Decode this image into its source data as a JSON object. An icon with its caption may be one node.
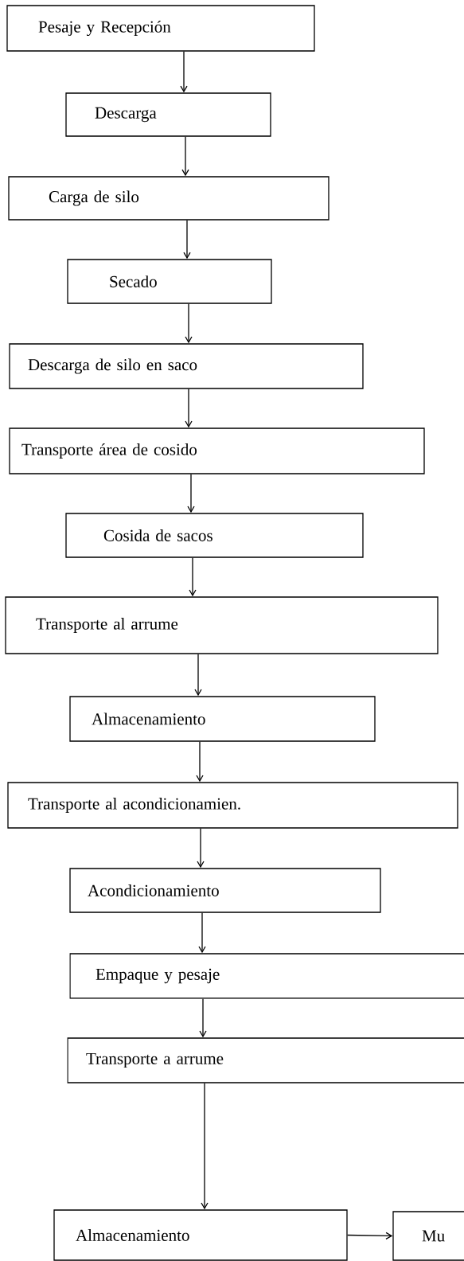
{
  "diagram": {
    "nodes": [
      {
        "text": [
          "Pesaje y Recepción"
        ]
      },
      {
        "text": [
          "Descarga"
        ]
      },
      {
        "text": [
          "Carga de silo"
        ]
      },
      {
        "text": [
          "Secado"
        ]
      },
      {
        "text": [
          "Descarga de silo en saco"
        ]
      },
      {
        "text": [
          "Transporte área de cosido"
        ]
      },
      {
        "text": [
          "Cosida de sacos"
        ]
      },
      {
        "text": [
          "Transporte al arrume"
        ]
      },
      {
        "text": [
          "Almacenamiento"
        ]
      },
      {
        "text": [
          "Transporte al acondicionamien."
        ]
      },
      {
        "text": [
          "Acondicionamiento"
        ]
      },
      {
        "text": [
          "Empaque y pesaje"
        ]
      },
      {
        "text": [
          "Transporte a arrume"
        ]
      },
      {
        "text": [
          "Almacenamiento"
        ]
      },
      {
        "text": [
          "Mu"
        ]
      }
    ],
    "edges": [
      {
        "from": 0,
        "to": 1,
        "arrow": "to"
      },
      {
        "from": 1,
        "to": 2,
        "arrow": "to"
      },
      {
        "from": 2,
        "to": 3,
        "arrow": "to"
      },
      {
        "from": 3,
        "to": 4,
        "arrow": "to"
      },
      {
        "from": 4,
        "to": 5,
        "arrow": "to"
      },
      {
        "from": 5,
        "to": 6,
        "arrow": "to"
      },
      {
        "from": 6,
        "to": 7,
        "arrow": "to"
      },
      {
        "from": 7,
        "to": 8,
        "arrow": "to"
      },
      {
        "from": 8,
        "to": 9,
        "arrow": "to"
      },
      {
        "from": 9,
        "to": 10,
        "arrow": "to"
      },
      {
        "from": 10,
        "to": 11,
        "arrow": "to"
      },
      {
        "from": 11,
        "to": 12,
        "arrow": "to"
      },
      {
        "from": 12,
        "to": 13,
        "arrow": "to"
      },
      {
        "from": 13,
        "to": 14,
        "arrow": "to"
      }
    ]
  }
}
